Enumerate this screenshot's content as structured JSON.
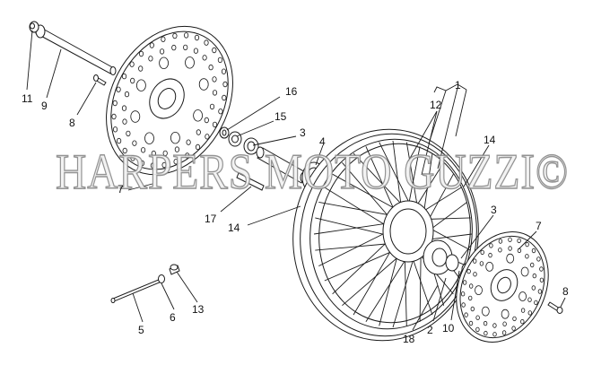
{
  "watermark": "HARPERS MOTO GUZZI©",
  "callouts": {
    "c1": "1",
    "c2": "2",
    "c3a": "3",
    "c3b": "3",
    "c4": "4",
    "c5": "5",
    "c6": "6",
    "c7a": "7",
    "c7b": "7",
    "c8a": "8",
    "c8b": "8",
    "c9": "9",
    "c10": "10",
    "c11": "11",
    "c12": "12",
    "c13": "13",
    "c14a": "14",
    "c14b": "14",
    "c15": "15",
    "c16": "16",
    "c17": "17",
    "c18": "18"
  },
  "colors": {
    "line": "#1a1a1a",
    "background": "#ffffff",
    "watermark_stroke": "#8a8a8a"
  }
}
